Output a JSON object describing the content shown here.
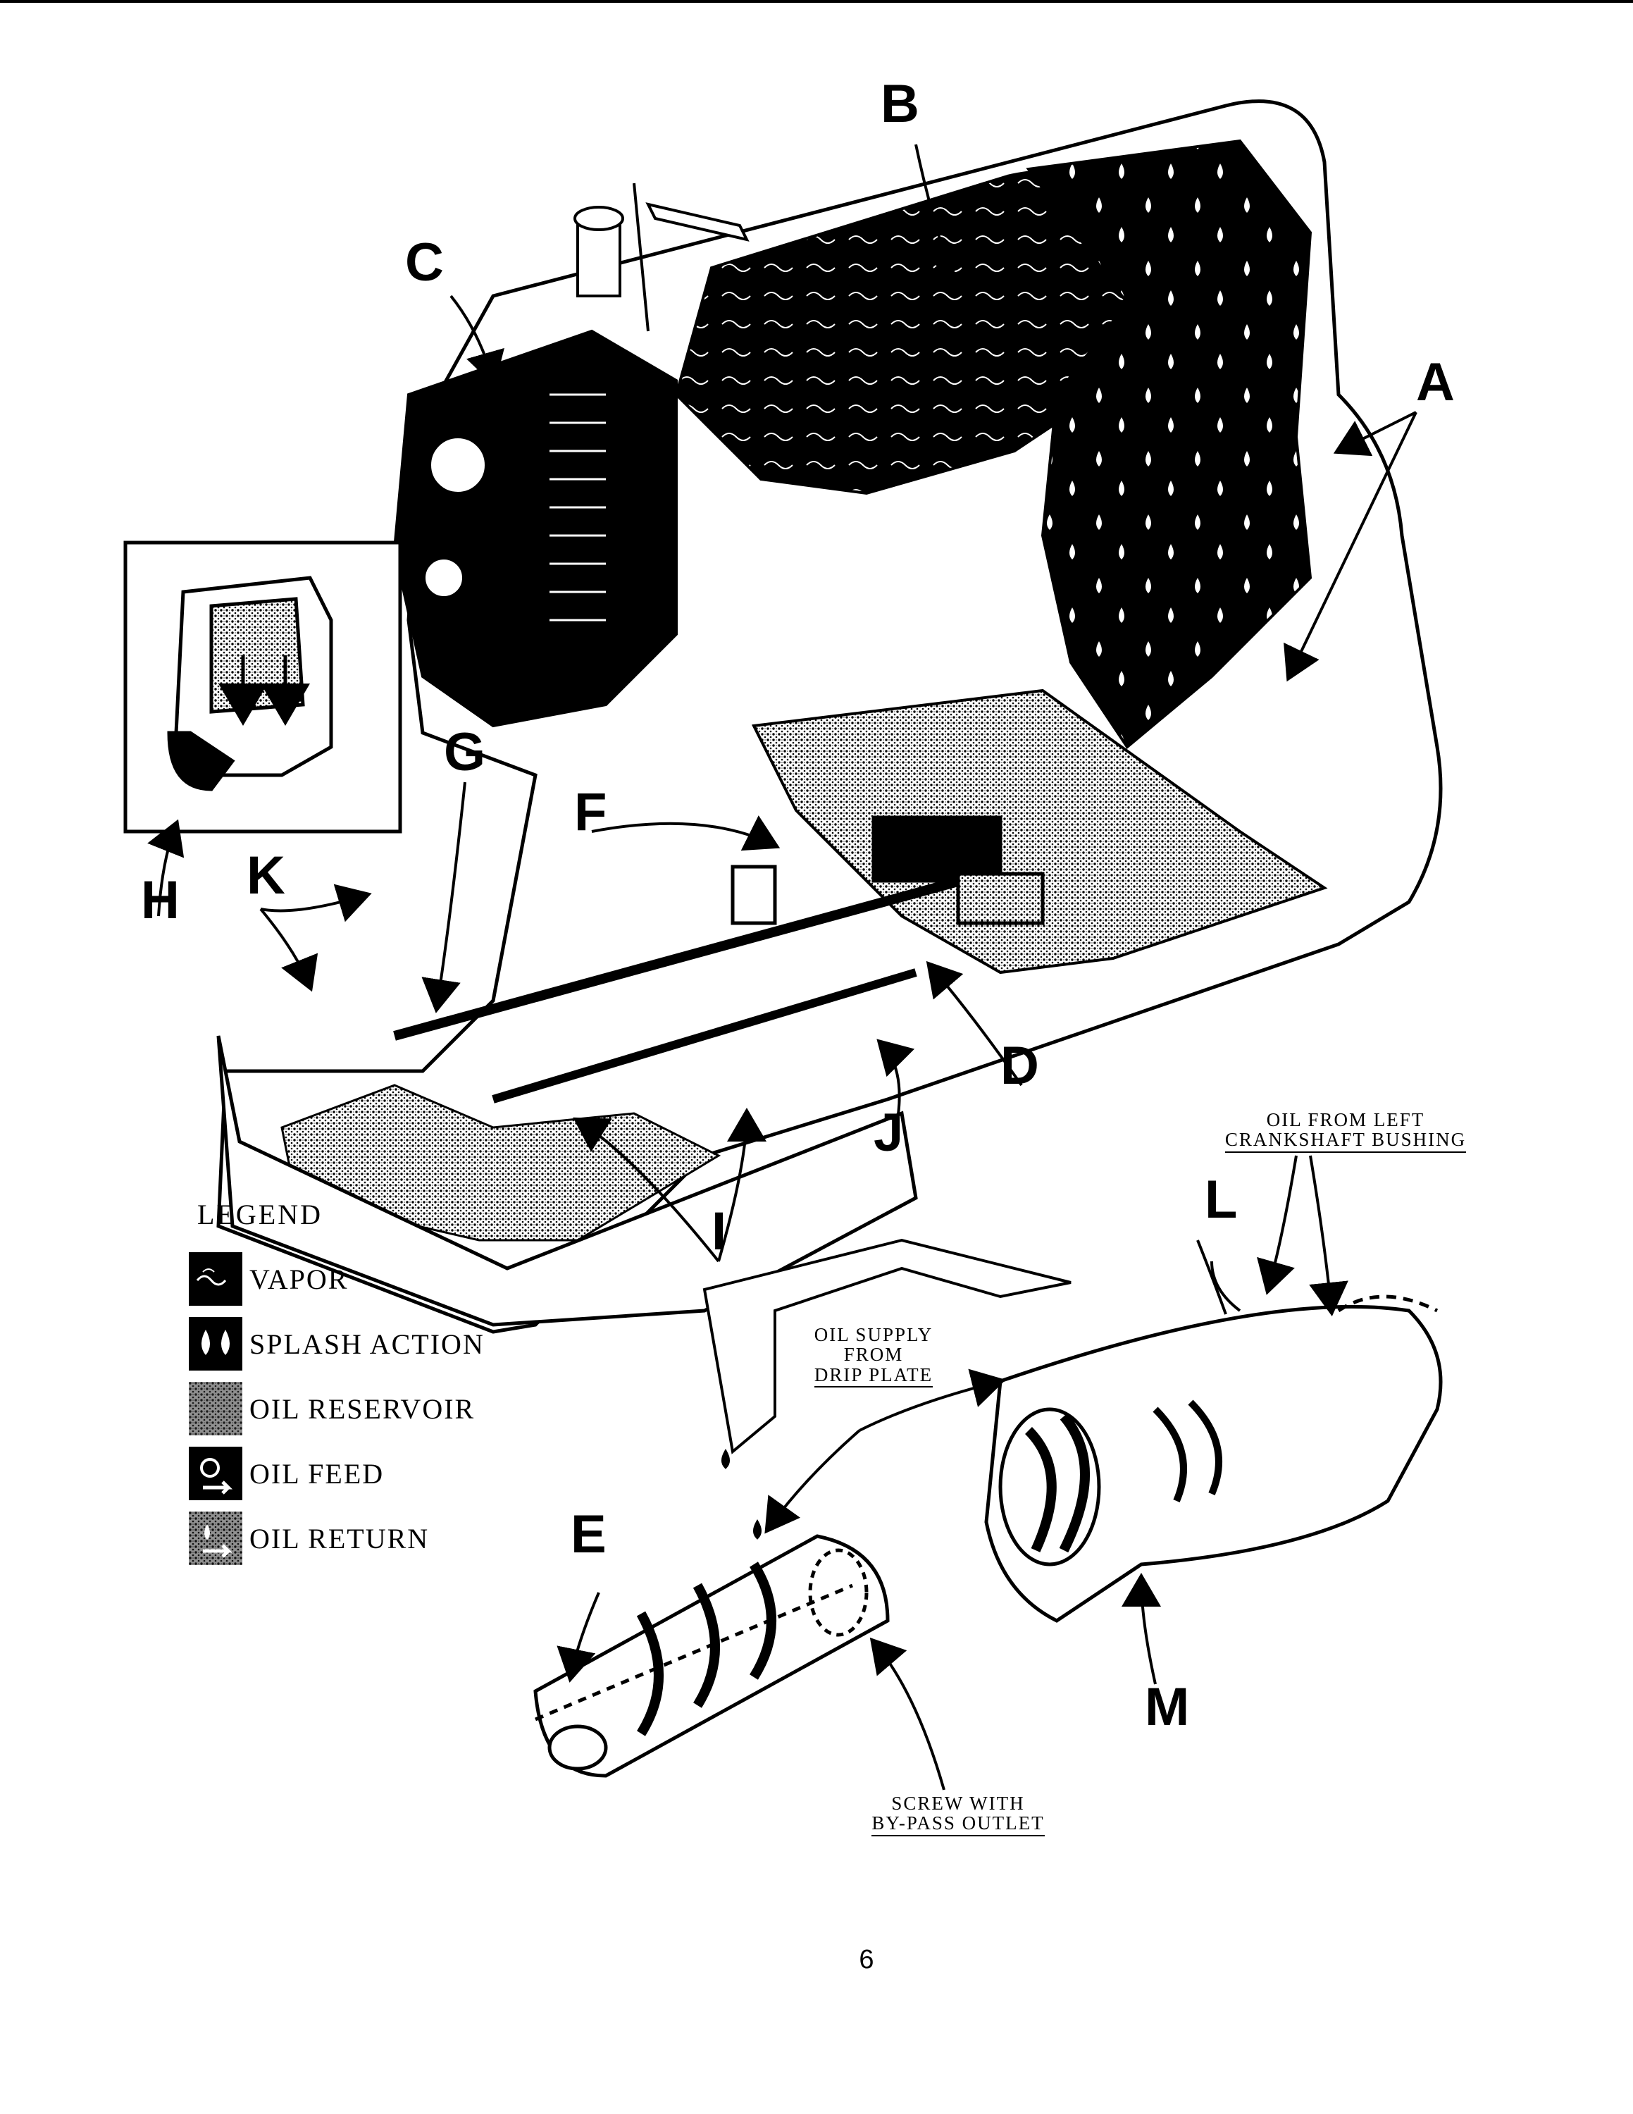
{
  "labels": {
    "A": "A",
    "B": "B",
    "C": "C",
    "D": "D",
    "E": "E",
    "F": "F",
    "G": "G",
    "H": "H",
    "I": "I",
    "J": "J",
    "K": "K",
    "L": "L",
    "M": "M"
  },
  "captions": {
    "oil_from_left": [
      "OIL FROM LEFT",
      "CRANKSHAFT BUSHING"
    ],
    "oil_supply": [
      "OIL SUPPLY",
      "FROM",
      "DRIP PLATE"
    ],
    "screw": [
      "SCREW WITH",
      "BY-PASS OUTLET"
    ]
  },
  "legend": {
    "title": "LEGEND",
    "items": [
      {
        "label": "VAPOR",
        "icon": "vapor-icon"
      },
      {
        "label": "SPLASH ACTION",
        "icon": "splash-drops-icon"
      },
      {
        "label": "OIL RESERVOIR",
        "icon": "reservoir-stipple-icon"
      },
      {
        "label": "OIL FEED",
        "icon": "oil-feed-arrow-icon"
      },
      {
        "label": "OIL RETURN",
        "icon": "oil-return-arrow-icon"
      }
    ]
  },
  "page_number": "6",
  "colors": {
    "ink": "#000000",
    "paper": "#ffffff",
    "stipple": "#555555"
  }
}
